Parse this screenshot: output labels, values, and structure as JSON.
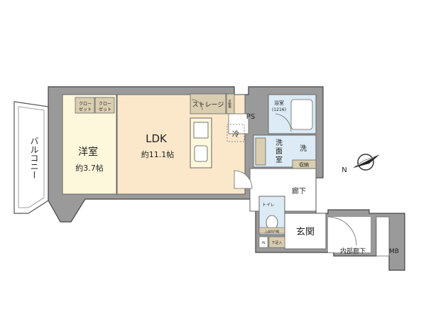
{
  "rooms": {
    "balcony": "バルコニー",
    "western_room": {
      "name": "洋室",
      "size": "約3.7帖"
    },
    "ldk": {
      "name": "LDK",
      "size": "約11.1帖"
    },
    "closet_1": [
      "クロー",
      "ゼット"
    ],
    "closet_2": [
      "クロー",
      "ゼット"
    ],
    "storage": "ストレージ",
    "movable_shelf": "可動棚",
    "ps_top": "PS",
    "fridge": "冷",
    "bath": {
      "name": "浴室",
      "size": "(1216)"
    },
    "washroom": [
      "洗",
      "面",
      "室"
    ],
    "washer": "洗",
    "storage_small": "収納",
    "hallway": "廊下",
    "toilet": "トイレ",
    "upper_cabinet": "上部吊戸棚",
    "entrance": "玄関",
    "shoe_box": "下足入",
    "ps_bottom": "PS",
    "inner_corridor": "内部廊下",
    "mb": "MB"
  },
  "compass": {
    "north_label": "N"
  },
  "colors": {
    "wall": "#9a9a9a",
    "ldk_floor": "#fbe8cb",
    "western_floor": "#fdf7dc",
    "wet_area": "#dcebf5",
    "fixture": "#d9ceb0"
  }
}
